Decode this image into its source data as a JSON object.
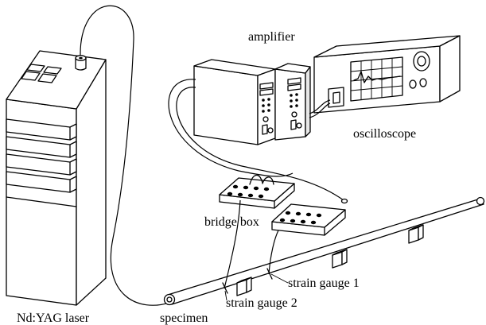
{
  "labels": {
    "amplifier": "amplifier",
    "oscilloscope": "oscilloscope",
    "bridge_box": "bridge box",
    "strain_gauge_1": "strain gauge 1",
    "strain_gauge_2": "strain gauge 2",
    "laser": "Nd:YAG laser",
    "specimen": "specimen"
  }
}
